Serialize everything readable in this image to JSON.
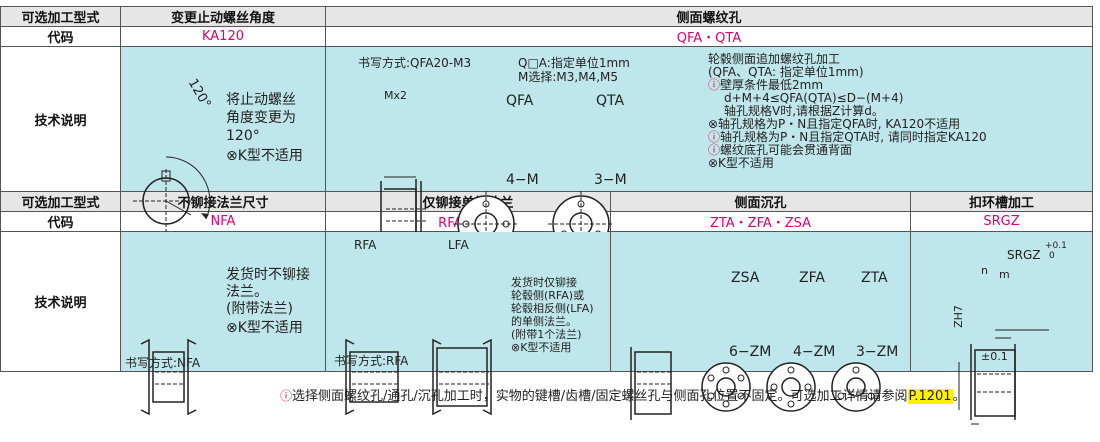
{
  "row1": {
    "header": {
      "label": "可选加工型式",
      "col1": "变更止动螺丝角度",
      "col2": "侧面螺纹孔"
    },
    "code": {
      "label": "代码",
      "col1": "KA120",
      "col2": "QFA・QTA"
    },
    "desc_label": "技术说明",
    "ka120": {
      "line1": "将止动螺丝",
      "line2": "角度变更为",
      "line3": "120°",
      "angle": "120°",
      "note": "⊗K型不适用"
    },
    "qfa": {
      "notation": "书写方式:QFA20-M3",
      "q_unit": "Q□A:指定单位1mm",
      "m_select": "M选择:M3,M4,M5",
      "mx2": "Mx2",
      "qfa_label": "QFA",
      "qta_label": "QTA",
      "m4": "4−M",
      "m3": "3−M",
      "r1": "轮毂侧面追加螺纹孔加工",
      "r2": "(QFA、QTA: 指定单位1mm)",
      "r3": "壁厚条件最低2mm",
      "r4": "d+M+4≤QFA(QTA)≤D−(M+4)",
      "r5": "轴孔规格V时,请根据Z计算d。",
      "r6": "⊗轴孔规格为P・N且指定QFA时, KA120不适用",
      "r7": "轴孔规格为P・N且指定QTA时, 请同时指定KA120",
      "r8": "螺纹底孔可能会贯通背面",
      "r9": "⊗K型不适用"
    }
  },
  "row2": {
    "header": {
      "label": "可选加工型式",
      "col1": "不铆接法兰尺寸",
      "col2": "仅铆接单侧法兰",
      "col3": "侧面沉孔",
      "col4": "扣环槽加工"
    },
    "code": {
      "label": "代码",
      "col1": "NFA",
      "col2": "RFA・LFA",
      "col3": "ZTA・ZFA・ZSA",
      "col4": "SRGZ"
    },
    "desc_label": "技术说明",
    "nfa": {
      "l1": "发货时不铆接",
      "l2": "法兰。",
      "l3": "(附带法兰)",
      "l4": "⊗K型不适用",
      "notation": "书写方式:NFA"
    },
    "rfa": {
      "rfa": "RFA",
      "lfa": "LFA",
      "l1": "发货时仅铆接",
      "l2": "轮毂侧(RFA)或",
      "l3": "轮毂相反侧(LFA)",
      "l4": "的单侧法兰。",
      "l5": "(附带1个法兰)",
      "l6": "⊗K型不适用",
      "notation": "书写方式:RFA"
    },
    "z": {
      "zsa": "ZSA",
      "zfa": "ZFA",
      "zta": "ZTA",
      "zm6": "6−ZM",
      "zm4": "4−ZM",
      "zm3": "3−ZM"
    },
    "srgz": {
      "srgz": "SRGZ",
      "tol_up": "+0.1",
      "tol_low": "0",
      "n": "n",
      "m": "m",
      "zh7": "ZH7",
      "pm": "±0.1"
    }
  },
  "footer": {
    "text": "选择侧面螺纹孔/通孔/沉孔加工时，实物的键槽/齿槽/固定螺丝孔与侧面孔位置不固定。可选加工详情请参阅",
    "ref": "P.1201",
    "end": "。"
  }
}
